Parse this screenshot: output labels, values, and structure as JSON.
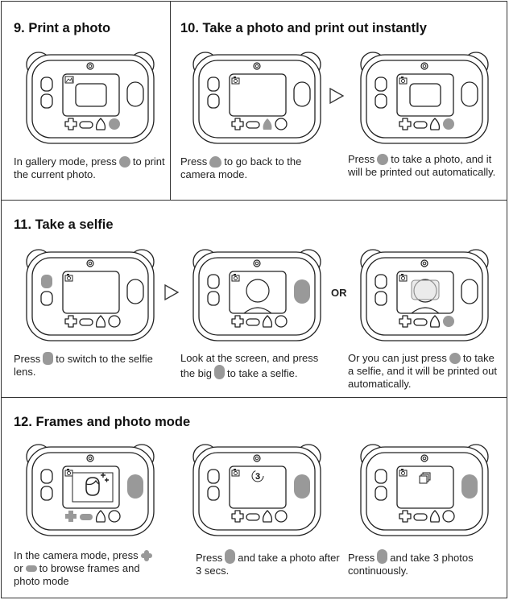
{
  "sections": {
    "s9": {
      "title": "9. Print a photo"
    },
    "s10": {
      "title": "10.  Take a photo and print out instantly"
    },
    "s11": {
      "title": "11. Take a selfie"
    },
    "s12": {
      "title": "12. Frames and photo mode"
    }
  },
  "or_label": "OR",
  "highlight_color": "#999999",
  "panels": [
    {
      "screen": "gallery",
      "highlight": [
        "shutter"
      ],
      "caption": [
        {
          "t": "In gallery mode, press"
        },
        {
          "icon": "shutter"
        },
        {
          "t": "to print the current photo."
        }
      ]
    },
    {
      "screen": "camera",
      "highlight": [
        "mode"
      ],
      "caption": [
        {
          "t": "Press"
        },
        {
          "icon": "mode"
        },
        {
          "t": "to go back to the camera mode."
        }
      ]
    },
    {
      "screen": "camera-inner",
      "highlight": [
        "shutter"
      ],
      "caption": [
        {
          "t": "Press"
        },
        {
          "icon": "shutter"
        },
        {
          "t": "to take a photo, and it will be printed out automatically."
        }
      ]
    },
    {
      "screen": "camera",
      "highlight": [
        "selfie"
      ],
      "caption": [
        {
          "t": "Press"
        },
        {
          "icon": "selfie"
        },
        {
          "t": "to  switch to the selfie lens."
        }
      ]
    },
    {
      "screen": "person",
      "highlight": [
        "big"
      ],
      "caption": [
        {
          "t": "Look at the screen, and press the big"
        },
        {
          "icon": "big"
        },
        {
          "t": "to take a selfie."
        }
      ]
    },
    {
      "screen": "person-frame",
      "highlight": [
        "shutter"
      ],
      "caption": [
        {
          "t": "Or you can just press"
        },
        {
          "icon": "shutter"
        },
        {
          "t": "to take a selfie, and it will be printed out automatically."
        }
      ]
    },
    {
      "screen": "face",
      "highlight": [
        "big",
        "dpad",
        "pill"
      ],
      "caption": [
        {
          "t": "In the camera mode, press"
        },
        {
          "icon": "dpad"
        },
        {
          "t": "or"
        },
        {
          "icon": "pill"
        },
        {
          "t": "to browse frames and photo mode"
        }
      ]
    },
    {
      "screen": "timer",
      "timer_value": "3",
      "highlight": [
        "big"
      ],
      "caption": [
        {
          "t": "Press"
        },
        {
          "icon": "big"
        },
        {
          "t": "and take a photo after 3 secs."
        }
      ]
    },
    {
      "screen": "burst",
      "highlight": [
        "big"
      ],
      "caption": [
        {
          "t": "Press"
        },
        {
          "icon": "big"
        },
        {
          "t": "and take 3 photos continuously."
        }
      ]
    }
  ]
}
